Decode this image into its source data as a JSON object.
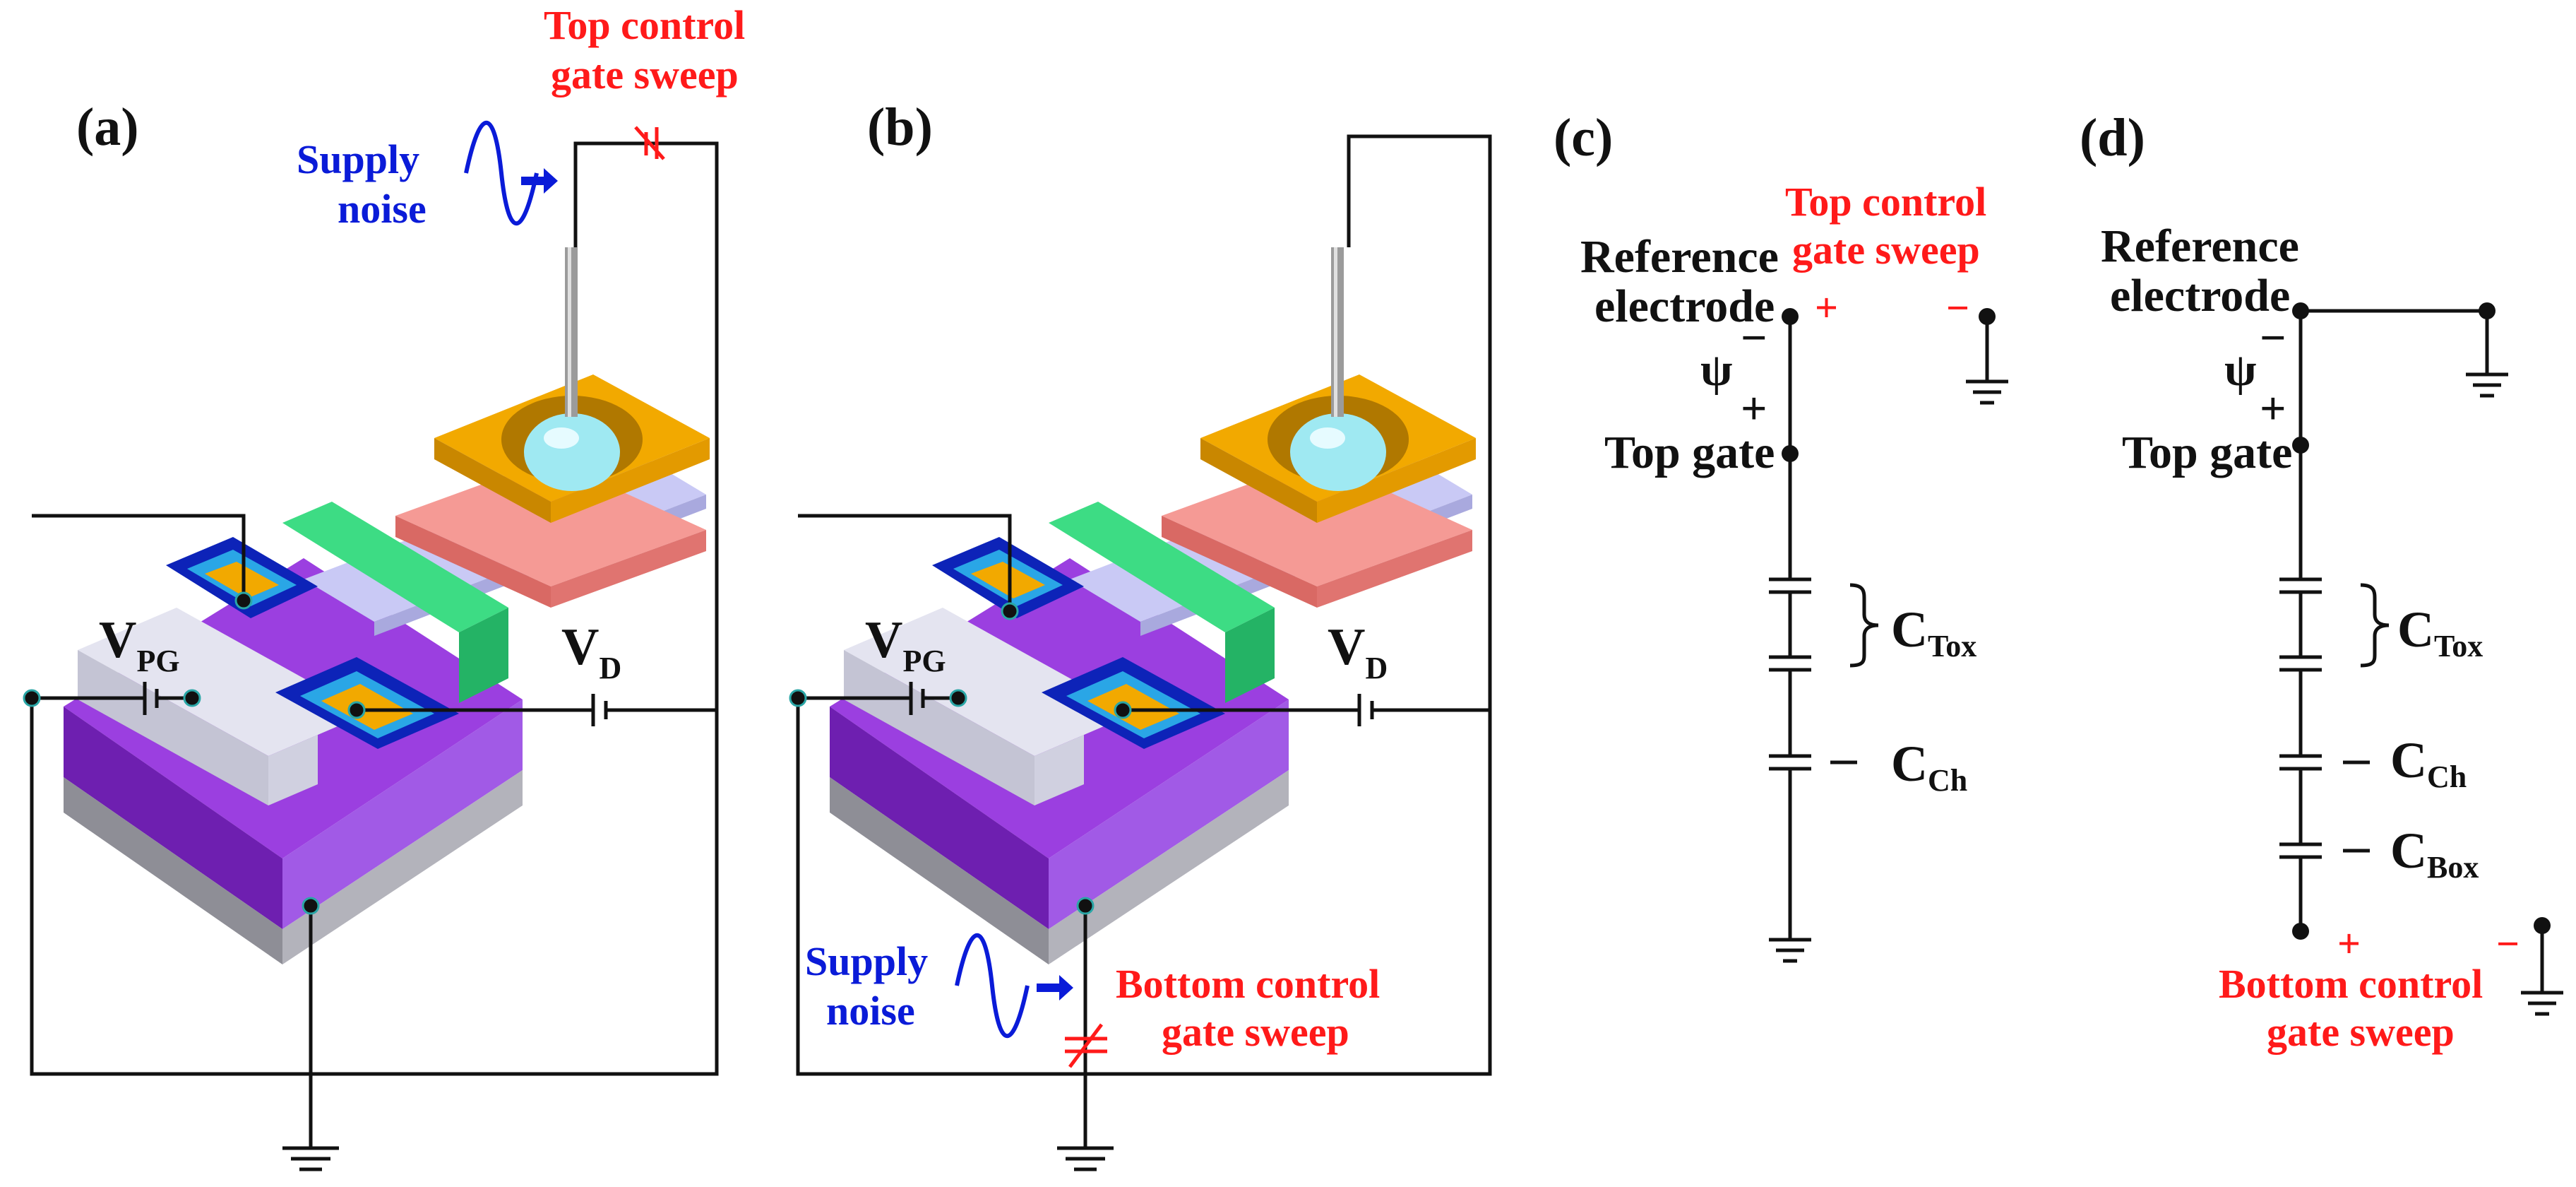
{
  "panels": {
    "a": "(a)",
    "b": "(b)",
    "c": "(c)",
    "d": "(d)"
  },
  "a": {
    "top_sweep_1": "Top control",
    "top_sweep_2": "gate sweep",
    "supply_1": "Supply",
    "supply_2": "noise",
    "vpg_main": "V",
    "vpg_sub": "PG",
    "vd_main": "V",
    "vd_sub": "D"
  },
  "b": {
    "supply_1": "Supply",
    "supply_2": "noise",
    "bottom_sweep_1": "Bottom control",
    "bottom_sweep_2": "gate sweep",
    "vpg_main": "V",
    "vpg_sub": "PG",
    "vd_main": "V",
    "vd_sub": "D"
  },
  "c": {
    "ref_1": "Reference",
    "ref_2": "electrode",
    "top_sweep_1": "Top control",
    "top_sweep_2": "gate sweep",
    "plus": "+",
    "minus": "−",
    "psi": "ψ",
    "psi_minus": "−",
    "psi_plus": "+",
    "top_gate": "Top gate",
    "ctox_main": "C",
    "ctox_sub": "Tox",
    "cch_main": "C",
    "cch_sub": "Ch"
  },
  "d": {
    "ref_1": "Reference",
    "ref_2": "electrode",
    "psi": "ψ",
    "psi_minus": "−",
    "psi_plus": "+",
    "top_gate": "Top gate",
    "ctox_main": "C",
    "ctox_sub": "Tox",
    "cch_main": "C",
    "cch_sub": "Ch",
    "cbox_main": "C",
    "cbox_sub": "Box",
    "plus": "+",
    "minus": "−",
    "bottom_sweep_1": "Bottom control",
    "bottom_sweep_2": "gate sweep"
  },
  "colors": {
    "sweep_text": "#ff1a1a",
    "noise_text": "#0a1bd8",
    "substrate": "#8c2fd6",
    "handle": "#a7a7ad",
    "orange_pad": "#f2a900",
    "pink_layer": "#f59a95",
    "green_gate": "#3ddc84",
    "blue_ring": "#0d23b8",
    "white_gate": "#dcdcea",
    "droplet": "#9fe9f2"
  }
}
